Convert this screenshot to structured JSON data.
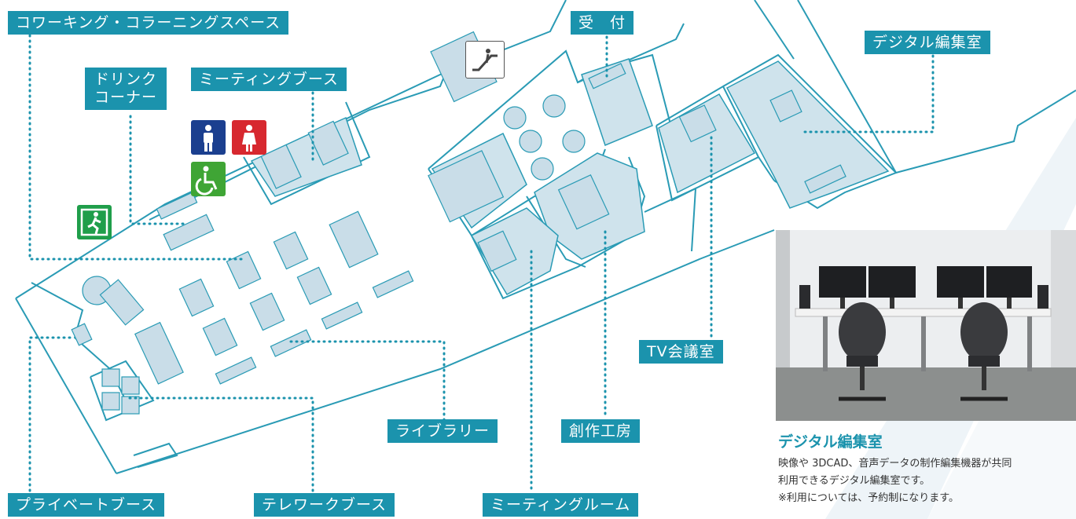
{
  "labels": {
    "coworking": "コワーキング・コラーニングスペース",
    "drink_line1": "ドリンク",
    "drink_line2": "コーナー",
    "meeting_booth": "ミーティングブース",
    "reception": "受　付",
    "digital_edit": "デジタル編集室",
    "tv_conference": "TV会議室",
    "library": "ライブラリー",
    "creative_studio": "創作工房",
    "private_booth": "プライベートブース",
    "telework_booth": "テレワークブース",
    "meeting_room": "ミーティングルーム"
  },
  "description": {
    "title": "デジタル編集室",
    "line1": "映像や 3DCAD、音声データの制作編集機器が共同",
    "line2": "利用できるデジタル編集室です。",
    "line3": "※利用については、予約制になります。"
  },
  "icons": [
    "male-restroom-icon",
    "female-restroom-icon",
    "accessible-restroom-icon",
    "emergency-exit-icon",
    "escalator-icon"
  ],
  "colors": {
    "accent": "#1b93ad",
    "room_fill": "#cfe3ec",
    "male": "#1b3f8f",
    "female": "#d7282f",
    "accessible": "#3fa535",
    "exit": "#1f9e4a"
  }
}
